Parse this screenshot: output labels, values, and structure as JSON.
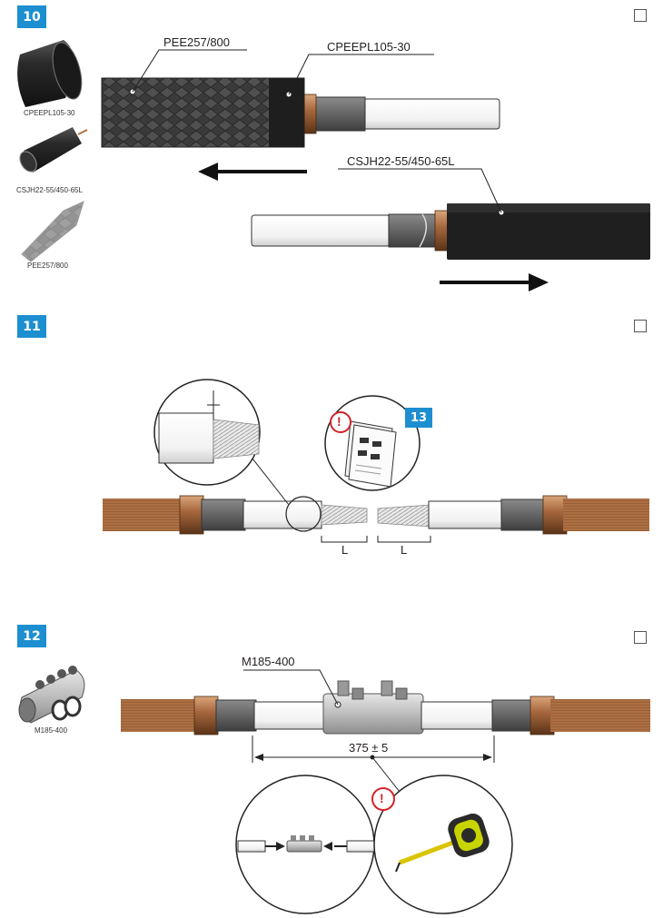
{
  "steps": [
    {
      "number": "10",
      "parts": [
        "CPEEPL105-30",
        "CSJH22-55/450-65L",
        "PEE257/800"
      ],
      "callouts": {
        "braid": "PEE257/800",
        "sleeve": "CPEEPL105-30",
        "joint": "CSJH22-55/450-65L"
      }
    },
    {
      "number": "11",
      "ref_step": "13",
      "dim_label_left": "L",
      "dim_label_right": "L",
      "warning": "!"
    },
    {
      "number": "12",
      "parts": [
        "M185-400"
      ],
      "connector_label": "M185-400",
      "dimension": "375 ± 5",
      "warning": "!"
    }
  ],
  "colors": {
    "badge": "#1d8fd0",
    "warning": "#d2232a",
    "tape_yellow": "#c8d400"
  }
}
